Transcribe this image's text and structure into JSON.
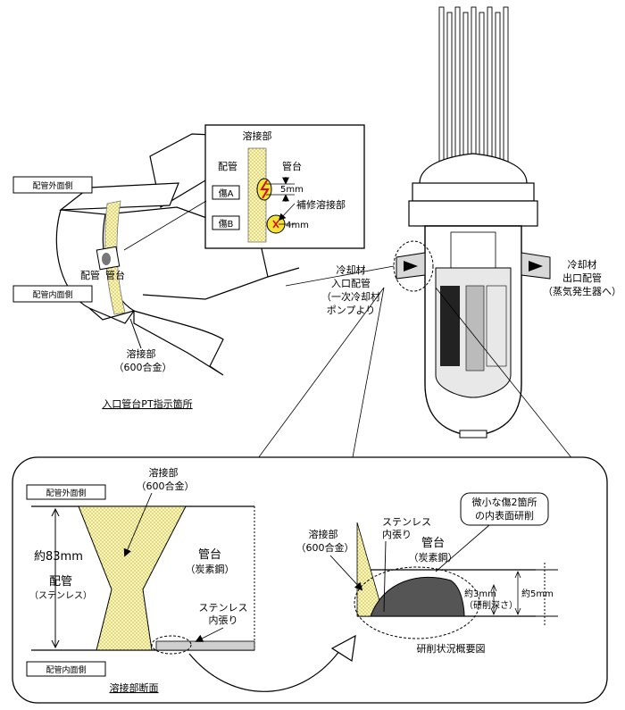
{
  "pipe_diagram": {
    "outer_side_label": "配管外面側",
    "inner_side_label": "配管内面側",
    "pipe_label": "配管",
    "nozzle_label": "管台",
    "weld_label_1": "溶接部",
    "weld_label_2": "（600合金）",
    "caption": "入口管台PT指示箇所"
  },
  "inset_detail": {
    "weld_label": "溶接部",
    "pipe_label": "配管",
    "nozzle_label": "管台",
    "flaw_a": "傷A",
    "flaw_b": "傷B",
    "dim_a": "5mm",
    "dim_b": "4mm",
    "repair_weld": "補修溶接部"
  },
  "reactor": {
    "inlet_1": "冷却材",
    "inlet_2": "入口配管",
    "inlet_3": "（一次冷却材",
    "inlet_4": "ポンプより",
    "outlet_1": "冷却材",
    "outlet_2": "出口配管",
    "outlet_3": "（蒸気発生器へ）"
  },
  "cross_section": {
    "outer_side_label": "配管外面側",
    "inner_side_label": "配管内面側",
    "weld_label_1": "溶接部",
    "weld_label_2": "（600合金）",
    "thickness": "約83mm",
    "pipe_1": "配管",
    "pipe_2": "（ステンレス）",
    "nozzle_1": "管台",
    "nozzle_2": "（炭素鋼）",
    "liner_1": "ステンレス",
    "liner_2": "内張り",
    "caption": "溶接部断面"
  },
  "grinding_detail": {
    "callout_1": "微小な傷2箇所",
    "callout_2": "の内表面研削",
    "weld_label_1": "溶接部",
    "weld_label_2": "（600合金）",
    "liner_1": "ステンレス",
    "liner_2": "内張り",
    "nozzle_1": "管台",
    "nozzle_2": "（炭素鋼）",
    "depth_1": "約3mm",
    "depth_2": "（研削深さ）",
    "thickness": "約5mm",
    "caption": "研削状況概要図"
  }
}
